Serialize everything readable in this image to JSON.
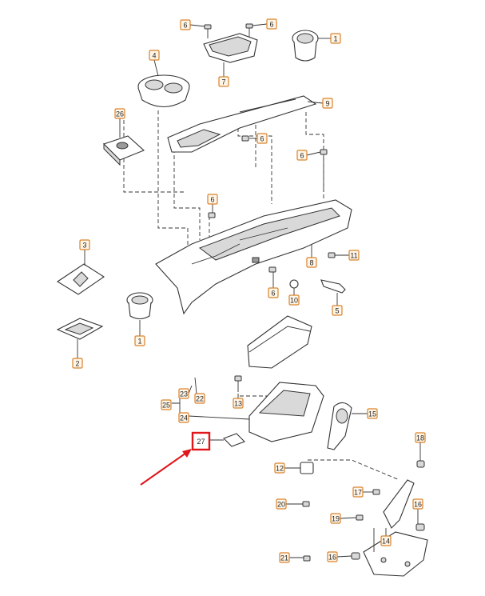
{
  "highlight": {
    "label": "27",
    "color": "#e0161b"
  },
  "callout_color": "#d9822b",
  "callouts": [
    {
      "label": "6"
    },
    {
      "label": "6"
    },
    {
      "label": "1"
    },
    {
      "label": "4"
    },
    {
      "label": "7"
    },
    {
      "label": "9"
    },
    {
      "label": "26"
    },
    {
      "label": "6"
    },
    {
      "label": "6"
    },
    {
      "label": "6"
    },
    {
      "label": "11"
    },
    {
      "label": "8"
    },
    {
      "label": "3"
    },
    {
      "label": "6"
    },
    {
      "label": "10"
    },
    {
      "label": "5"
    },
    {
      "label": "1"
    },
    {
      "label": "2"
    },
    {
      "label": "23"
    },
    {
      "label": "22"
    },
    {
      "label": "25"
    },
    {
      "label": "13"
    },
    {
      "label": "24"
    },
    {
      "label": "15"
    },
    {
      "label": "18"
    },
    {
      "label": "12"
    },
    {
      "label": "17"
    },
    {
      "label": "20"
    },
    {
      "label": "16"
    },
    {
      "label": "19"
    },
    {
      "label": "14"
    },
    {
      "label": "21"
    },
    {
      "label": "16"
    }
  ]
}
